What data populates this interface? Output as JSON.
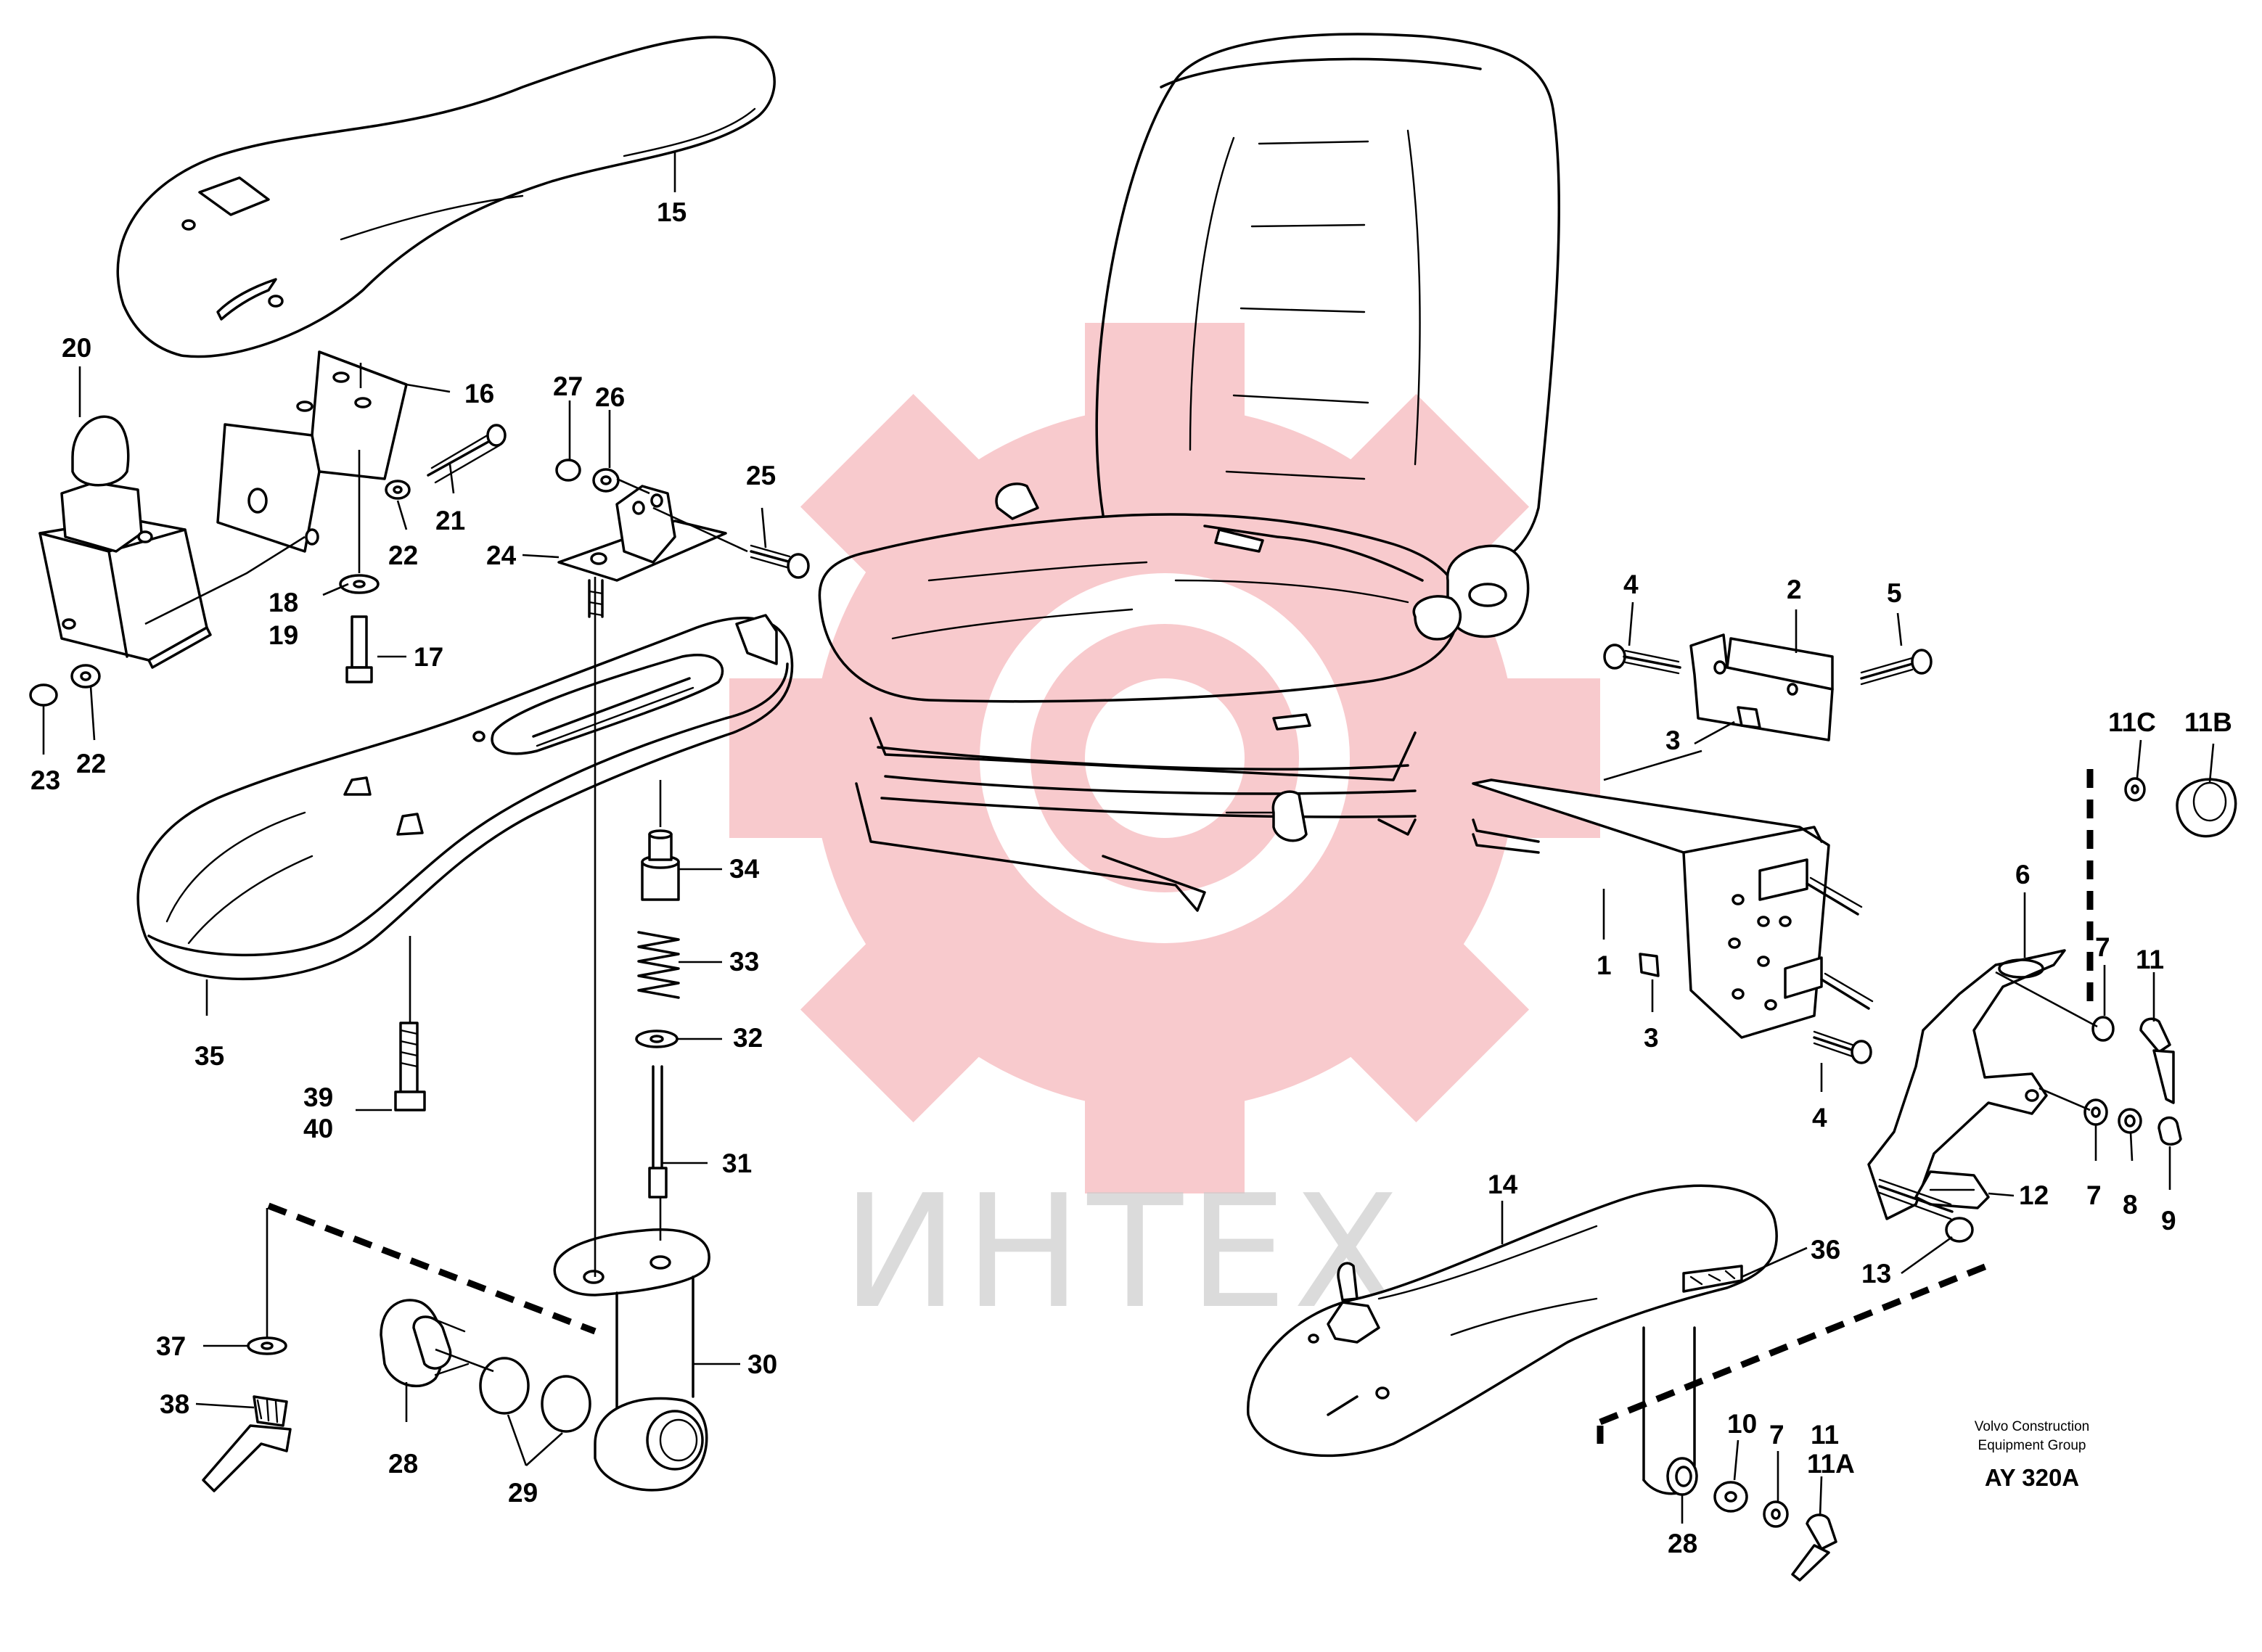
{
  "footer": {
    "maker_line1": "Volvo Construction",
    "maker_line2": "Equipment Group",
    "ref": "AY 320A"
  },
  "watermark": {
    "text": "ИНТЕХ",
    "gear_color": "#f3a0a6",
    "text_color": "#c9c9c9"
  },
  "callouts": {
    "c1": "1",
    "c2": "2",
    "c3a": "3",
    "c3b": "3",
    "c4a": "4",
    "c4b": "4",
    "c5": "5",
    "c6": "6",
    "c7a": "7",
    "c7b": "7",
    "c7c": "7",
    "c8": "8",
    "c9": "9",
    "c10": "10",
    "c11": "11",
    "c11b": "11",
    "c11a": "11A",
    "c11bb": "11B",
    "c11c": "11C",
    "c12": "12",
    "c13": "13",
    "c14": "14",
    "c15": "15",
    "c16": "16",
    "c17": "17",
    "c18": "18",
    "c19": "19",
    "c20": "20",
    "c21": "21",
    "c22a": "22",
    "c22b": "22",
    "c23": "23",
    "c24": "24",
    "c25": "25",
    "c26": "26",
    "c27": "27",
    "c28a": "28",
    "c28b": "28",
    "c29": "29",
    "c30": "30",
    "c31": "31",
    "c32": "32",
    "c33": "33",
    "c34": "34",
    "c35": "35",
    "c36": "36",
    "c37": "37",
    "c38": "38",
    "c39": "39",
    "c40": "40"
  }
}
